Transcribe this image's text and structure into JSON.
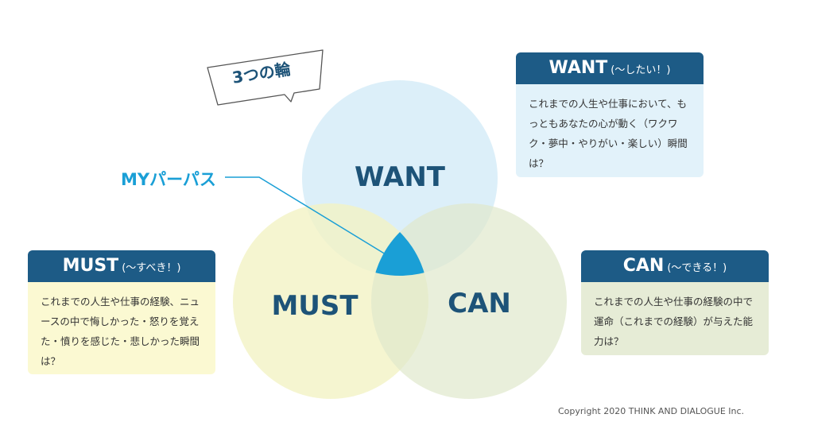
{
  "badge": {
    "text": "3つの輪"
  },
  "circles": {
    "want": {
      "label": "WANT",
      "color": "#d6ecf8"
    },
    "must": {
      "label": "MUST",
      "color": "#f3f2c4"
    },
    "can": {
      "label": "CAN",
      "color": "#dfe8cc"
    },
    "center_color": "#1a9fd6"
  },
  "callout": {
    "label": "MYパーパス"
  },
  "cards": {
    "want": {
      "title": "WANT",
      "subtitle": "(〜したい！)",
      "body": "これまでの人生や仕事において、もっともあなたの心が動く（ワクワク・夢中・やりがい・楽しい）瞬間は？"
    },
    "must": {
      "title": "MUST",
      "subtitle": "(〜すべき！)",
      "body": "これまでの人生や仕事の経験、ニュースの中で悔しかった・怒りを覚えた・憤りを感じた・悲しかった瞬間は？"
    },
    "can": {
      "title": "CAN",
      "subtitle": "(〜できる！)",
      "body": "これまでの人生や仕事の経験の中で運命（これまでの経験）が与えた能力は？"
    }
  },
  "copyright": "Copyright 2020  THINK AND DIALOGUE Inc."
}
